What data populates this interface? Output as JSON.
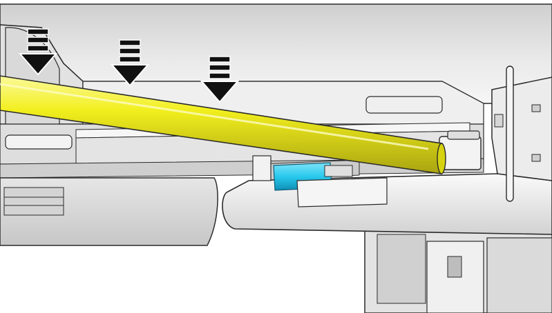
{
  "diagram": {
    "colors": {
      "background": "#ffffff",
      "housing_light": "#f4f4f4",
      "housing_mid": "#dcdcdc",
      "housing_dark": "#b9b9b9",
      "outline": "#2a2a2a",
      "rod": "#f2ef1e",
      "rod_shade": "#a9a410",
      "clip": "#29c9ee",
      "clip_shade": "#0f8fb5",
      "arrow": "#111111"
    },
    "arrows": [
      {
        "name": "press-arrow-1",
        "icon": "down-arrow-icon"
      },
      {
        "name": "press-arrow-2",
        "icon": "down-arrow-icon"
      },
      {
        "name": "press-arrow-3",
        "icon": "down-arrow-icon"
      }
    ]
  }
}
